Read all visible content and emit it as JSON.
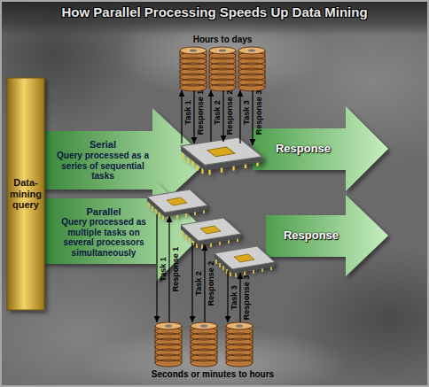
{
  "diagram": {
    "title": "How Parallel Processing Speeds Up Data Mining",
    "nodes": [
      {
        "text": [
          "Data-mining query"
        ]
      },
      {
        "text": [
          "Serial",
          "Query processed as a series of sequential tasks"
        ]
      },
      {
        "text": [
          "Response"
        ]
      },
      {
        "text": [
          "Parallel",
          "Query processed as multiple tasks on several processors simultaneously"
        ]
      },
      {
        "text": [
          "Response"
        ]
      }
    ],
    "labels": [
      "Hours to days",
      "Task 1",
      "Response 1",
      "Task 2",
      "Response 2",
      "Task 3",
      "Response 3",
      "Task 1",
      "Response 1",
      "Task 2",
      "Response 2",
      "Task 3",
      "Response 3",
      "Seconds or minutes to hours"
    ]
  }
}
